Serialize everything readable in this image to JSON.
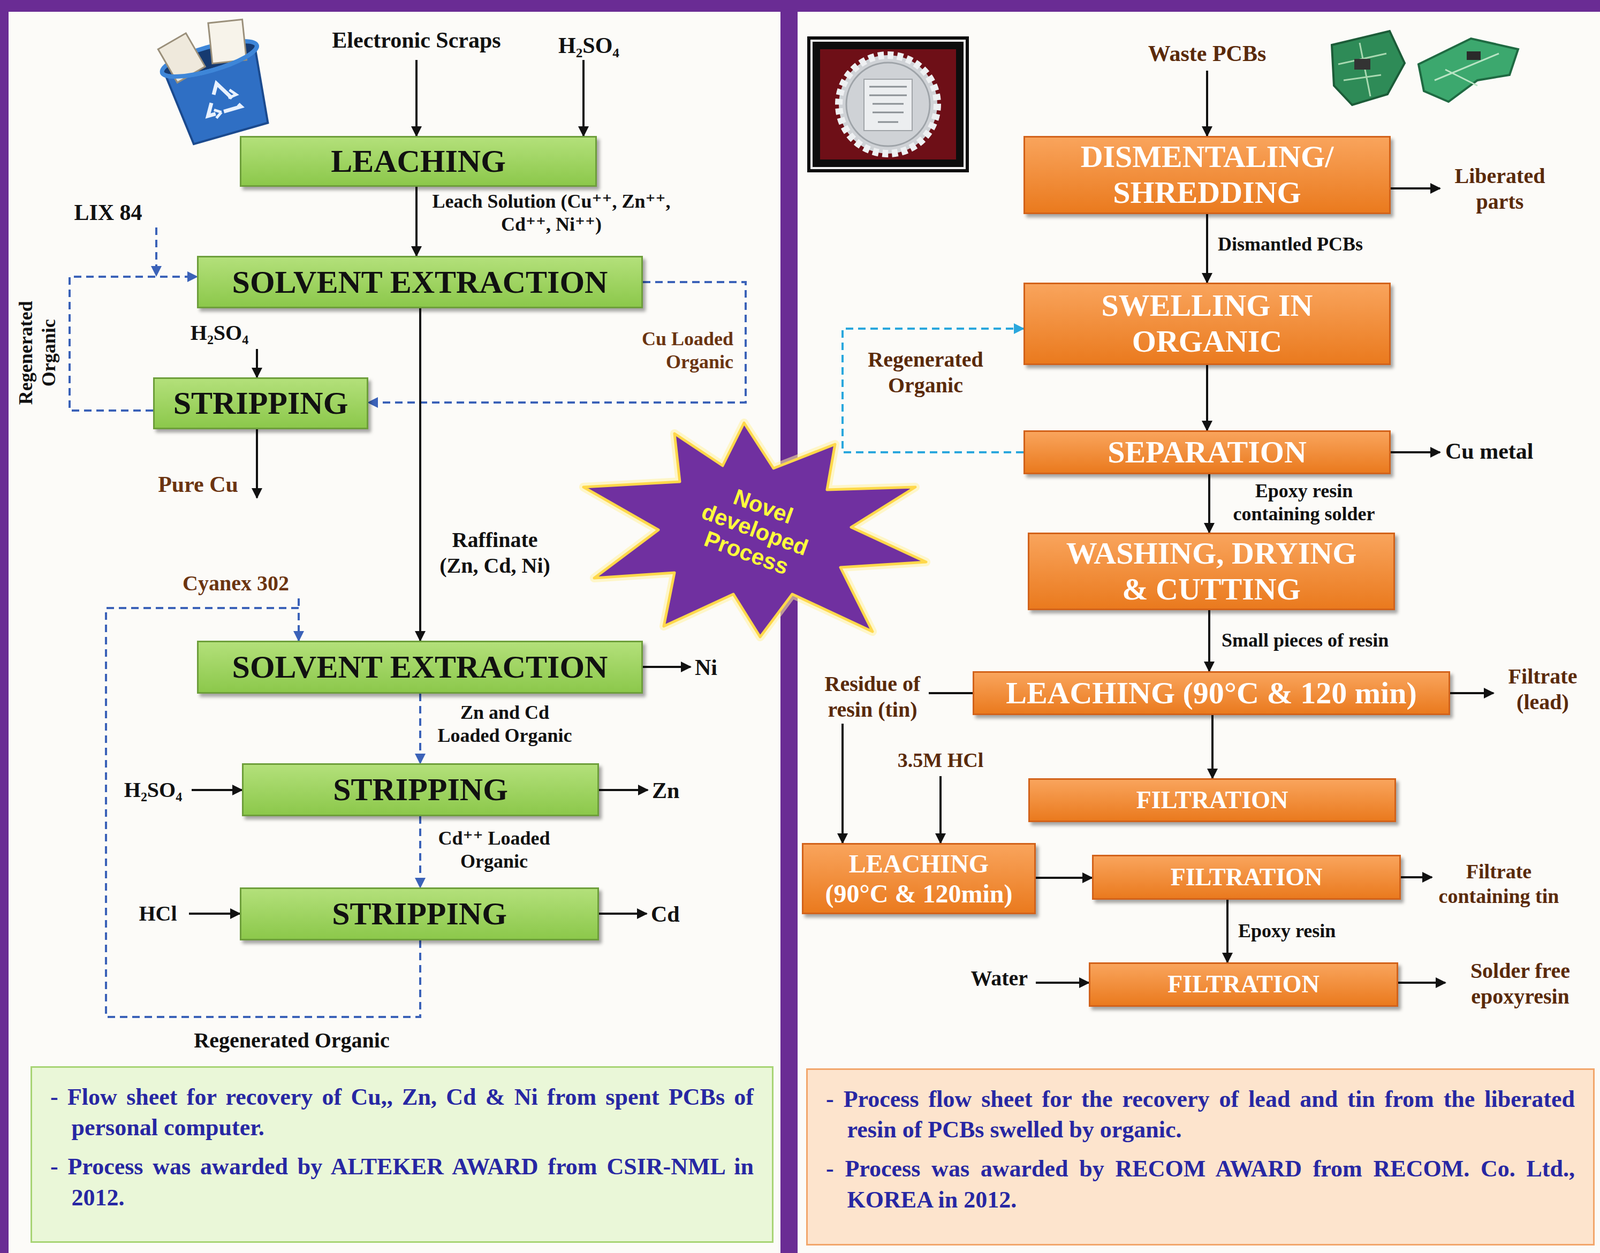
{
  "diagram": {
    "nodes": [
      {
        "text": [
          "LEACHING"
        ]
      },
      {
        "text": [
          "SOLVENT EXTRACTION"
        ]
      },
      {
        "text": [
          "STRIPPING"
        ]
      },
      {
        "text": [
          "SOLVENT EXTRACTION"
        ]
      },
      {
        "text": [
          "STRIPPING"
        ]
      },
      {
        "text": [
          "STRIPPING"
        ]
      },
      {
        "text": [
          "Novel developed Process"
        ]
      },
      {
        "text": [
          "- Flow sheet for recovery of Cu,, Zn, Cd & Ni from spent PCBs of personal computer.",
          "- Process was awarded by ALTEKER AWARD from CSIR-NML in 2012."
        ]
      },
      {
        "text": [
          "DISMENTALING/ SHREDDING"
        ]
      },
      {
        "text": [
          "SWELLING IN ORGANIC"
        ]
      },
      {
        "text": [
          "SEPARATION"
        ]
      },
      {
        "text": [
          "WASHING, DRYING & CUTTING"
        ]
      },
      {
        "text": [
          "LEACHING (90°C & 120 min)"
        ]
      },
      {
        "text": [
          "FILTRATION"
        ]
      },
      {
        "text": [
          "LEACHING (90°C & 120min)"
        ]
      },
      {
        "text": [
          "FILTRATION"
        ]
      },
      {
        "text": [
          "FILTRATION"
        ]
      },
      {
        "text": [
          "- Process flow sheet for the recovery of lead and tin from the liberated resin of PCBs swelled by organic.",
          "- Process was awarded by RECOM AWARD from RECOM. Co. Ltd., KOREA in 2012."
        ]
      }
    ],
    "edges": [
      {
        "from": 0,
        "to": 1,
        "label": "Leach Solution (Cu⁺⁺, Zn⁺⁺, Cd⁺⁺, Ni⁺⁺)",
        "arrow": "to"
      },
      {
        "from": 1,
        "to": 2,
        "label": "Cu Loaded Organic",
        "arrow": "to"
      },
      {
        "from": 2,
        "to": 1,
        "label": "Regenerated Organic",
        "arrow": "to"
      },
      {
        "from": 1,
        "to": 3,
        "label": "Raffinate (Zn, Cd, Ni)",
        "arrow": "to"
      },
      {
        "from": 3,
        "to": 4,
        "label": "Zn and Cd Loaded Organic",
        "arrow": "to"
      },
      {
        "from": 4,
        "to": 5,
        "label": "Cd⁺⁺ Loaded Organic",
        "arrow": "to"
      },
      {
        "from": 5,
        "to": 3,
        "label": "Regenerated Organic",
        "arrow": "to"
      },
      {
        "from": 8,
        "to": 9,
        "label": "Dismantled PCBs",
        "arrow": "to"
      },
      {
        "from": 9,
        "to": 10,
        "arrow": "to"
      },
      {
        "from": 10,
        "to": 9,
        "label": "Regenerated Organic",
        "arrow": "to"
      },
      {
        "from": 10,
        "to": 11,
        "label": "Epoxy resin containing solder",
        "arrow": "to"
      },
      {
        "from": 11,
        "to": 12,
        "label": "Small pieces of resin",
        "arrow": "to"
      },
      {
        "from": 12,
        "to": 13,
        "arrow": "to"
      },
      {
        "from": 12,
        "to": 14,
        "label": "Residue of resin (tin)",
        "arrow": "to"
      },
      {
        "from": 14,
        "to": 15,
        "arrow": "to"
      },
      {
        "from": 15,
        "to": 16,
        "label": "Epoxy resin",
        "arrow": "to"
      }
    ],
    "labels": [
      "Electronic Scraps",
      "H₂SO₄",
      "LIX 84",
      "H₂SO₄",
      "Pure Cu",
      "Cyanex 302",
      "Ni",
      "H₂SO₄",
      "Zn",
      "HCl",
      "Cd",
      "Waste PCBs",
      "Liberated parts",
      "Cu metal",
      "Filtrate (lead)",
      "3.5M HCl",
      "Filtrate containing tin",
      "Water",
      "Solder free epoxyresin"
    ]
  }
}
